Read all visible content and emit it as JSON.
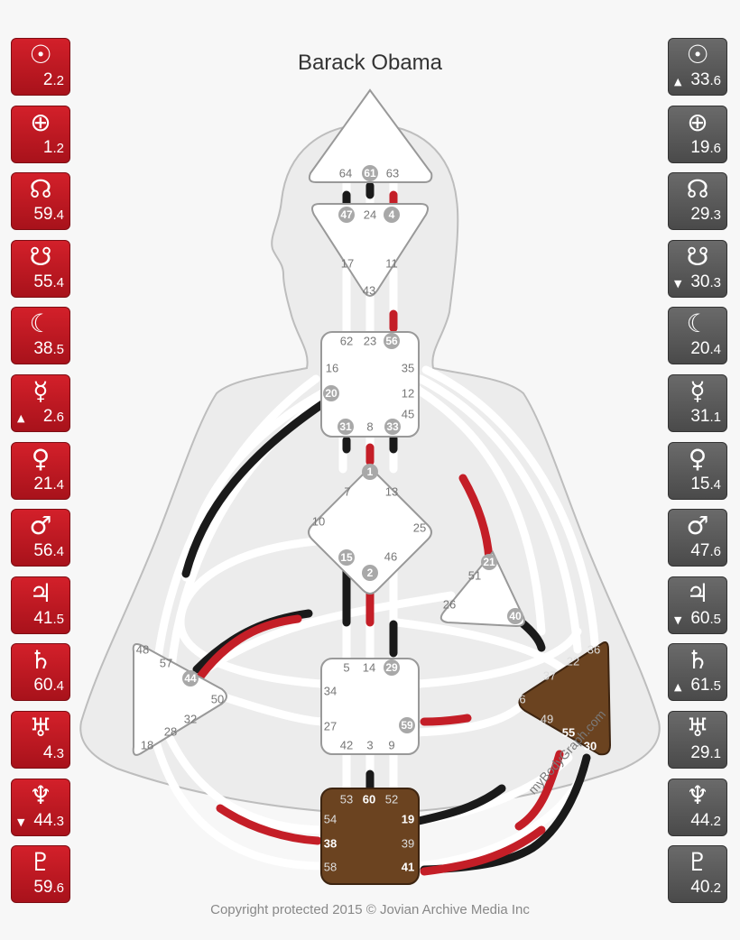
{
  "title": "Barack Obama",
  "copyright": "Copyright protected 2015 © Jovian Archive Media Inc",
  "watermark": "myBodyGraph.com",
  "colors": {
    "design": "#c41e27",
    "personality": "#1a1a1a",
    "defined_center": "#6b4320"
  },
  "design_column": [
    {
      "icon": "sun-icon",
      "glyph": "☉",
      "main": "2",
      "sub": ".2",
      "arrow": ""
    },
    {
      "icon": "earth-icon",
      "glyph": "⊕",
      "main": "1",
      "sub": ".2",
      "arrow": ""
    },
    {
      "icon": "north-node-icon",
      "glyph": "☊",
      "main": "59",
      "sub": ".4",
      "arrow": ""
    },
    {
      "icon": "south-node-icon",
      "glyph": "☋",
      "main": "55",
      "sub": ".4",
      "arrow": ""
    },
    {
      "icon": "moon-icon",
      "glyph": "☾",
      "main": "38",
      "sub": ".5",
      "arrow": ""
    },
    {
      "icon": "mercury-icon",
      "glyph": "☿",
      "main": "2",
      "sub": ".6",
      "arrow": "▲"
    },
    {
      "icon": "venus-icon",
      "glyph": "♀",
      "main": "21",
      "sub": ".4",
      "arrow": ""
    },
    {
      "icon": "mars-icon",
      "glyph": "♂",
      "main": "56",
      "sub": ".4",
      "arrow": ""
    },
    {
      "icon": "jupiter-icon",
      "glyph": "♃",
      "main": "41",
      "sub": ".5",
      "arrow": ""
    },
    {
      "icon": "saturn-icon",
      "glyph": "♄",
      "main": "60",
      "sub": ".4",
      "arrow": ""
    },
    {
      "icon": "uranus-icon",
      "glyph": "♅",
      "main": "4",
      "sub": ".3",
      "arrow": ""
    },
    {
      "icon": "neptune-icon",
      "glyph": "♆",
      "main": "44",
      "sub": ".3",
      "arrow": "▼"
    },
    {
      "icon": "pluto-icon",
      "glyph": "♇",
      "main": "59",
      "sub": ".6",
      "arrow": ""
    }
  ],
  "personality_column": [
    {
      "icon": "sun-icon",
      "glyph": "☉",
      "main": "33",
      "sub": ".6",
      "arrow": "▲"
    },
    {
      "icon": "earth-icon",
      "glyph": "⊕",
      "main": "19",
      "sub": ".6",
      "arrow": ""
    },
    {
      "icon": "north-node-icon",
      "glyph": "☊",
      "main": "29",
      "sub": ".3",
      "arrow": ""
    },
    {
      "icon": "south-node-icon",
      "glyph": "☋",
      "main": "30",
      "sub": ".3",
      "arrow": "▼"
    },
    {
      "icon": "moon-icon",
      "glyph": "☾",
      "main": "20",
      "sub": ".4",
      "arrow": ""
    },
    {
      "icon": "mercury-icon",
      "glyph": "☿",
      "main": "31",
      "sub": ".1",
      "arrow": ""
    },
    {
      "icon": "venus-icon",
      "glyph": "♀",
      "main": "15",
      "sub": ".4",
      "arrow": ""
    },
    {
      "icon": "mars-icon",
      "glyph": "♂",
      "main": "47",
      "sub": ".6",
      "arrow": ""
    },
    {
      "icon": "jupiter-icon",
      "glyph": "♃",
      "main": "60",
      "sub": ".5",
      "arrow": "▼"
    },
    {
      "icon": "saturn-icon",
      "glyph": "♄",
      "main": "61",
      "sub": ".5",
      "arrow": "▲"
    },
    {
      "icon": "uranus-icon",
      "glyph": "♅",
      "main": "29",
      "sub": ".1",
      "arrow": ""
    },
    {
      "icon": "neptune-icon",
      "glyph": "♆",
      "main": "44",
      "sub": ".2",
      "arrow": ""
    },
    {
      "icon": "pluto-icon",
      "glyph": "♇",
      "main": "40",
      "sub": ".2",
      "arrow": ""
    }
  ],
  "gates": {
    "g64": "64",
    "g61": "61",
    "g63": "63",
    "g47": "47",
    "g24": "24",
    "g4": "4",
    "g17": "17",
    "g11": "11",
    "g43": "43",
    "g62": "62",
    "g23": "23",
    "g56": "56",
    "g16": "16",
    "g35": "35",
    "g20": "20",
    "g12": "12",
    "g45": "45",
    "g31": "31",
    "g8": "8",
    "g33": "33",
    "g1": "1",
    "g7": "7",
    "g13": "13",
    "g10": "10",
    "g25": "25",
    "g15": "15",
    "g46": "46",
    "g2": "2",
    "g21": "21",
    "g51": "51",
    "g26": "26",
    "g40": "40",
    "g5": "5",
    "g14": "14",
    "g29": "29",
    "g34": "34",
    "g27": "27",
    "g59": "59",
    "g42": "42",
    "g3": "3",
    "g9": "9",
    "g48": "48",
    "g57": "57",
    "g44": "44",
    "g50": "50",
    "g32": "32",
    "g28": "28",
    "g18": "18",
    "g36": "36",
    "g22": "22",
    "g37": "37",
    "g6": "6",
    "g49": "49",
    "g55": "55",
    "g30": "30",
    "g53": "53",
    "g60": "60",
    "g52": "52",
    "g54": "54",
    "g19": "19",
    "g38": "38",
    "g39": "39",
    "g58": "58",
    "g41": "41"
  }
}
